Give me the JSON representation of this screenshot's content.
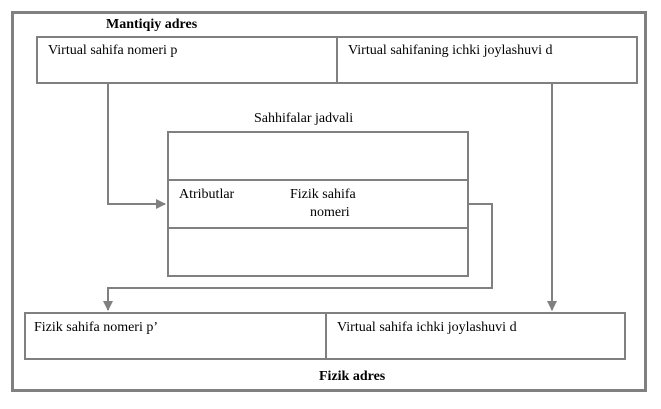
{
  "logical_address": {
    "title": "Mantiqiy adres",
    "page_number_label": "Virtual sahifa nomeri p",
    "offset_label": "Virtual sahifaning ichki joylashuvi d"
  },
  "page_table": {
    "title": "Sahhifalar jadvali",
    "attributes_label": "Atributlar",
    "frame_number_label_line1": "Fizik sahifa",
    "frame_number_label_line2": "nomeri"
  },
  "physical_address": {
    "title": "Fizik adres",
    "frame_number_label": "Fizik sahifa nomeri p’",
    "offset_label": "Virtual sahifa ichki joylashuvi d"
  },
  "colors": {
    "line": "#808080",
    "text": "#000000",
    "background": "#ffffff"
  }
}
